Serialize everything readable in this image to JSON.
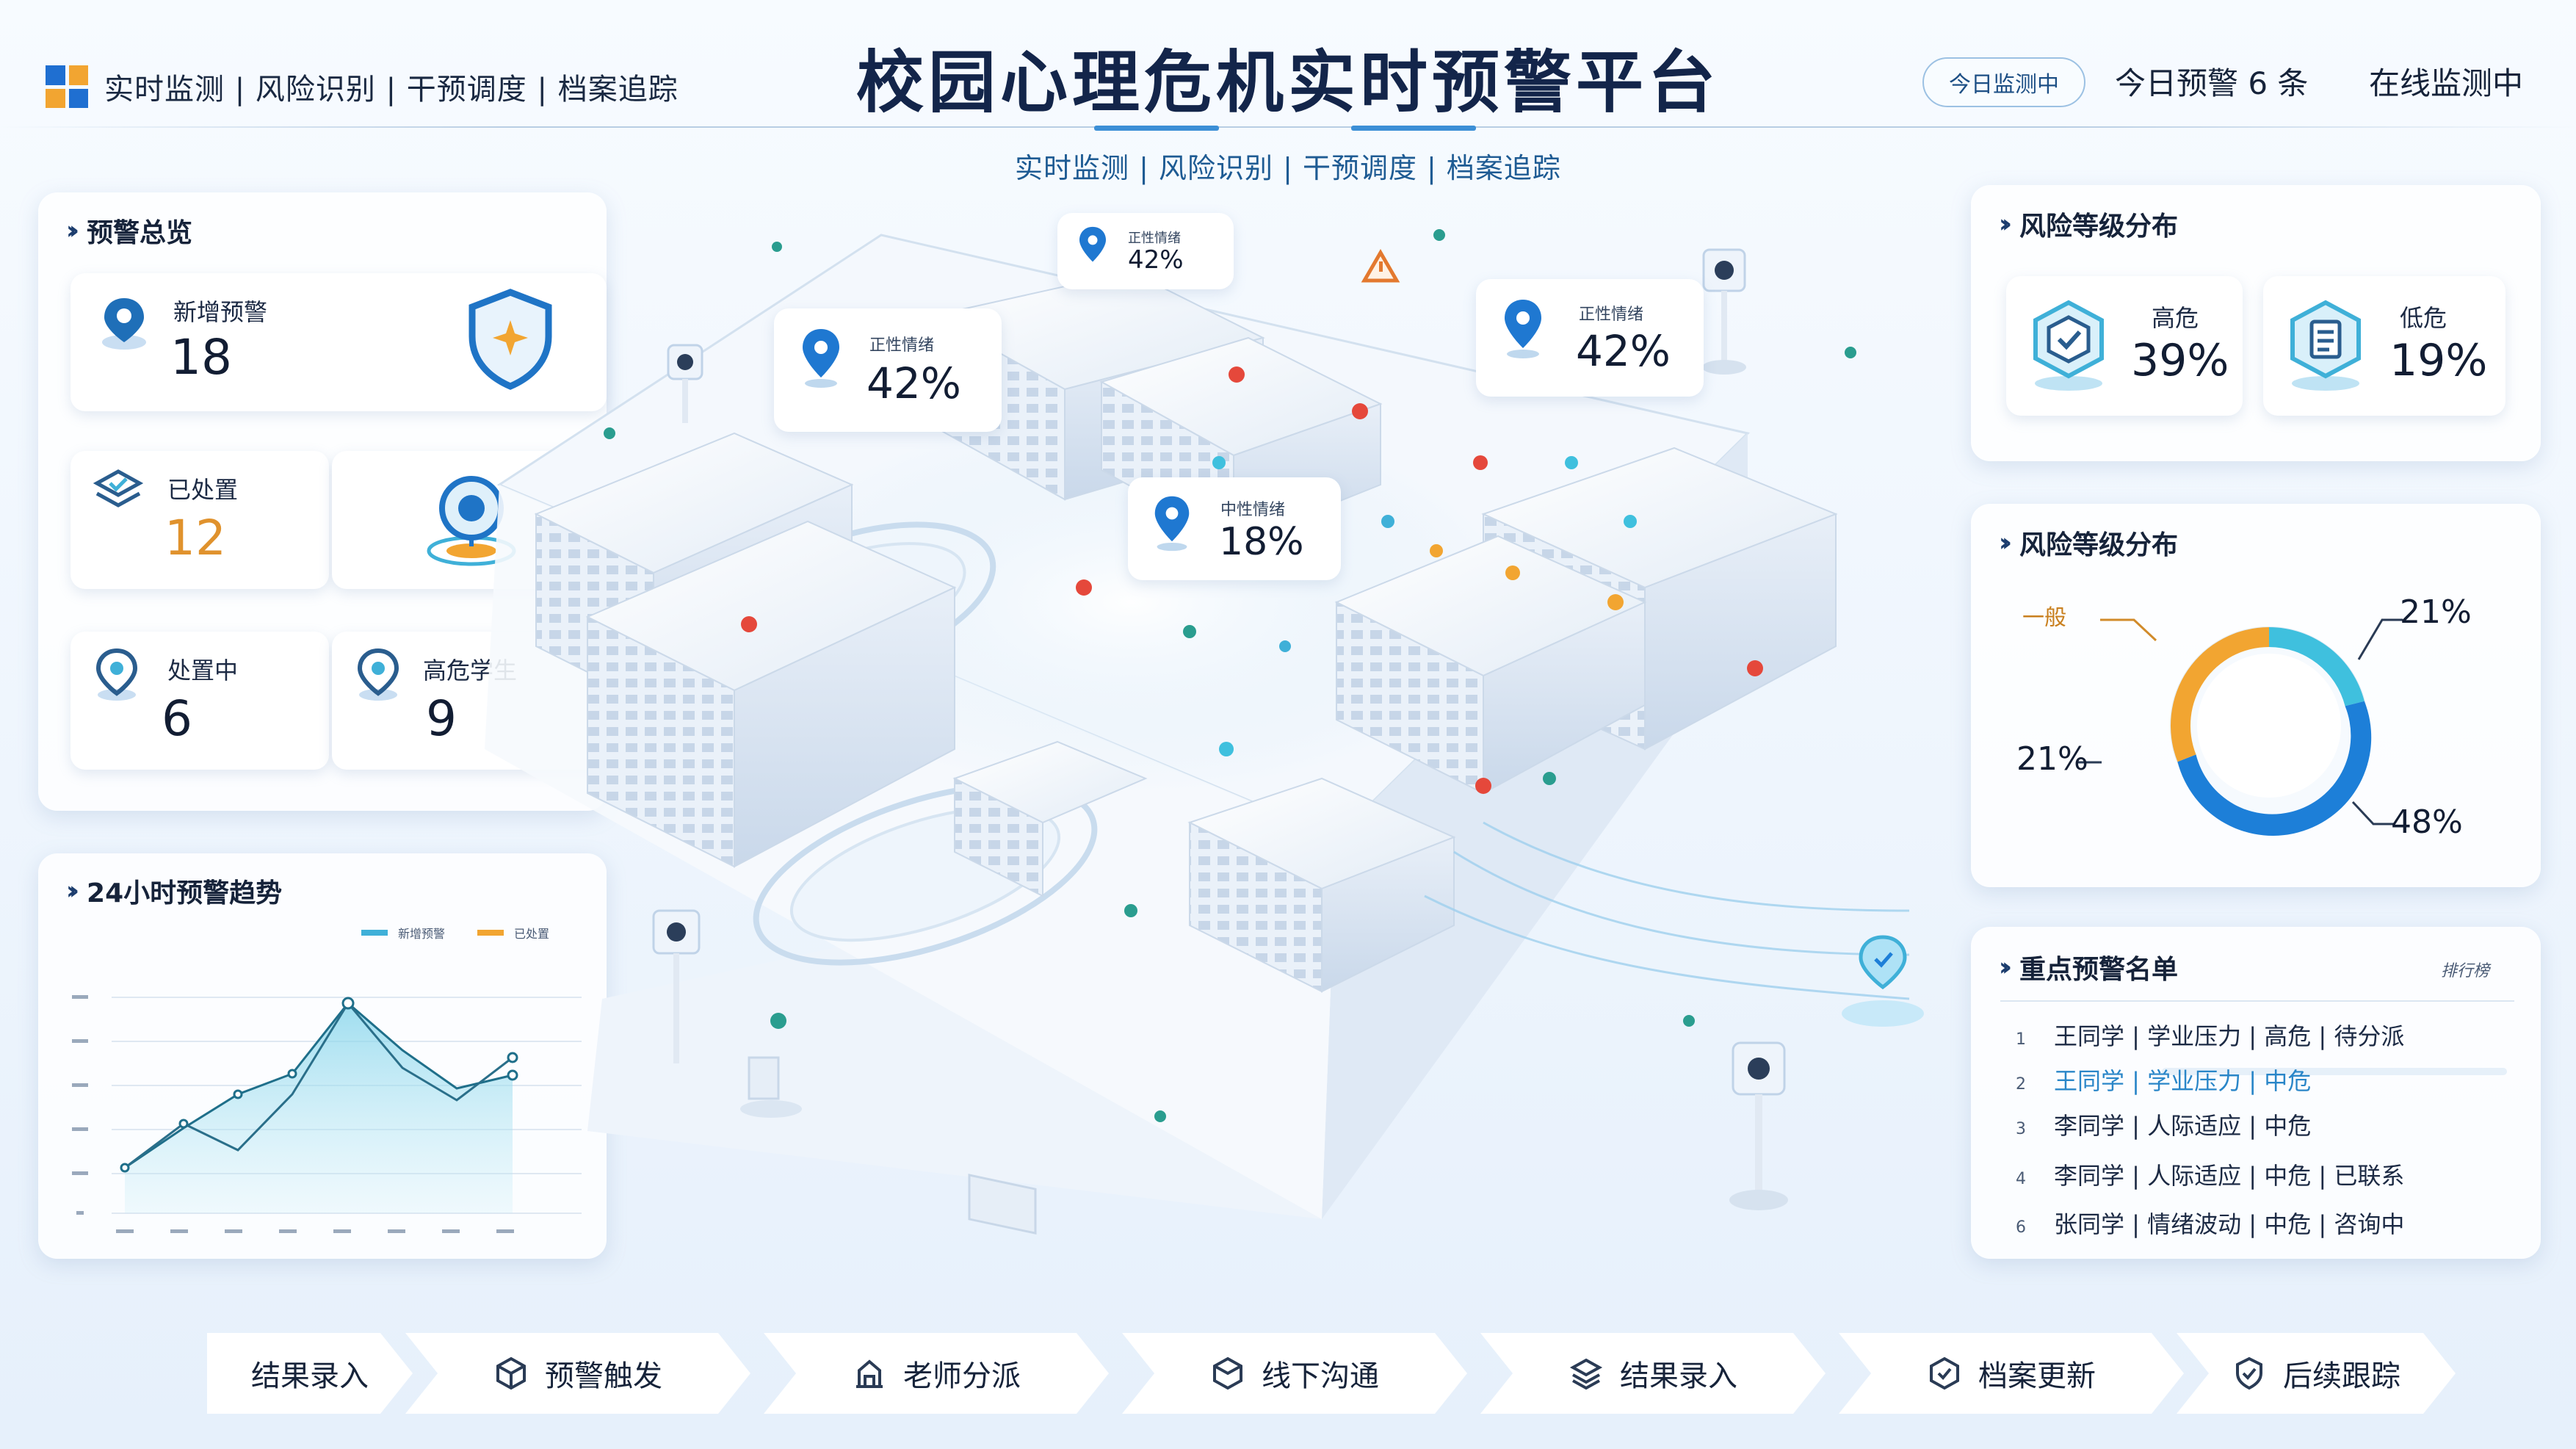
{
  "header": {
    "nav": "实时监测 | 风险识别 | 干预调度 | 档案追踪",
    "title": "校园心理危机实时预警平台",
    "sub_nav": "实时监测 | 风险识别 | 干预调度 | 档案追踪",
    "status_pill": "今日监测中",
    "today_alerts": "今日预警 6 条",
    "online": "在线监测中"
  },
  "overview": {
    "title": "预警总览",
    "new_alerts": {
      "label": "新增预警",
      "value": "18"
    },
    "handled": {
      "label": "已处置",
      "value": "12"
    },
    "in_progress": {
      "label": "处置中",
      "value": "6"
    },
    "high_risk": {
      "label": "高危学生",
      "value": "9"
    }
  },
  "trend": {
    "title": "24小时预警趋势",
    "legend": [
      "新增预警",
      "已处置"
    ]
  },
  "risk_levels": {
    "title": "风险等级分布",
    "high": {
      "label": "高危",
      "value": "39%"
    },
    "low": {
      "label": "低危",
      "value": "19%"
    }
  },
  "risk_donut": {
    "title": "风险等级分布",
    "side_label": "一般",
    "labels": [
      "21%",
      "21%",
      "48%"
    ],
    "colors": {
      "orange": "#f2a531",
      "cyan": "#3fc0de",
      "blue": "#1d7fd8"
    }
  },
  "map_badges": [
    {
      "label": "正性情绪",
      "value": "42%"
    },
    {
      "label": "正性情绪",
      "value": "42%"
    },
    {
      "label": "正性情绪",
      "value": "42%"
    },
    {
      "label": "中性情绪",
      "value": "18%"
    }
  ],
  "watchlist": {
    "title": "重点预警名单",
    "more": "排行榜",
    "rows": [
      {
        "idx": "1",
        "text": "王同学 | 学业压力 | 高危 | 待分派"
      },
      {
        "idx": "2",
        "text": "王同学 | 学业压力 | 中危"
      },
      {
        "idx": "3",
        "text": "李同学 | 人际适应 | 中危"
      },
      {
        "idx": "4",
        "text": "李同学 | 人际适应 | 中危 | 已联系"
      },
      {
        "idx": "6",
        "text": "张同学 | 情绪波动 | 中危 | 咨询中"
      }
    ]
  },
  "process": [
    "结果录入",
    "预警触发",
    "老师分派",
    "线下沟通",
    "结果录入",
    "档案更新",
    "后续跟踪"
  ],
  "colors": {
    "accent": "#1d7fd8",
    "orange": "#f2a531",
    "navy": "#13254a",
    "alert_red": "#e5483b"
  }
}
